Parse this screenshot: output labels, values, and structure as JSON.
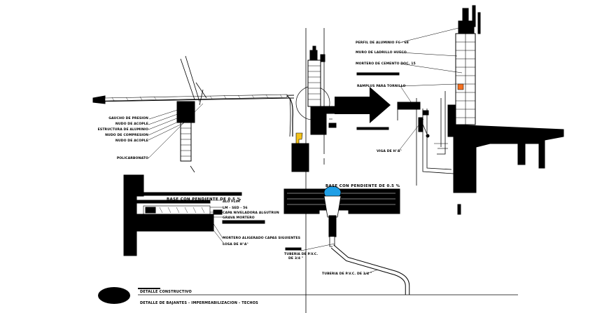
{
  "left_detail": {
    "labels": [
      "GAUCHO DE PRESION",
      "NUDO DE ACOPLE",
      "ESTRUCTURA DE ALUMINIO",
      "NUDO DE COMPRESION",
      "NUDO DE ACOPLE",
      "POLICARBONATO"
    ]
  },
  "right_detail": {
    "labels": [
      "PERFIL DE ALUMINIO FC - 68",
      "MURO DE LADRILLO HUECO",
      "MORTERO DE CEMENTO DOC. 15",
      "RAMPLUS PARA TORNILLO",
      "VIGA DE H°A°"
    ]
  },
  "slab_detail": {
    "title": "BASE CON PENDIENTE DE 0.5 %",
    "labels": [
      "ALO FLIM",
      "LM - SED - 56",
      "CAPA NIVELADORA ALGUTRUN",
      "GRAVA MORTERO",
      "MORTERO ALIGERADO CAPAS SIGUIENTES",
      "LOSA DE H°A°"
    ]
  },
  "drain_detail": {
    "title": "BASE CON PENDIENTE DE 0.5 %",
    "labels": [
      "TUBERIA DE P.V.C.",
      "DE 3/4 \"",
      "TUBERIA DE P.V.C. DE 3/4 \""
    ]
  },
  "title_block": {
    "line1": "DETALLE CONSTRUCTIVO",
    "line2": "DETALLE DE BAJANTES - IMPERMEABILIZACION - TECHOS"
  }
}
